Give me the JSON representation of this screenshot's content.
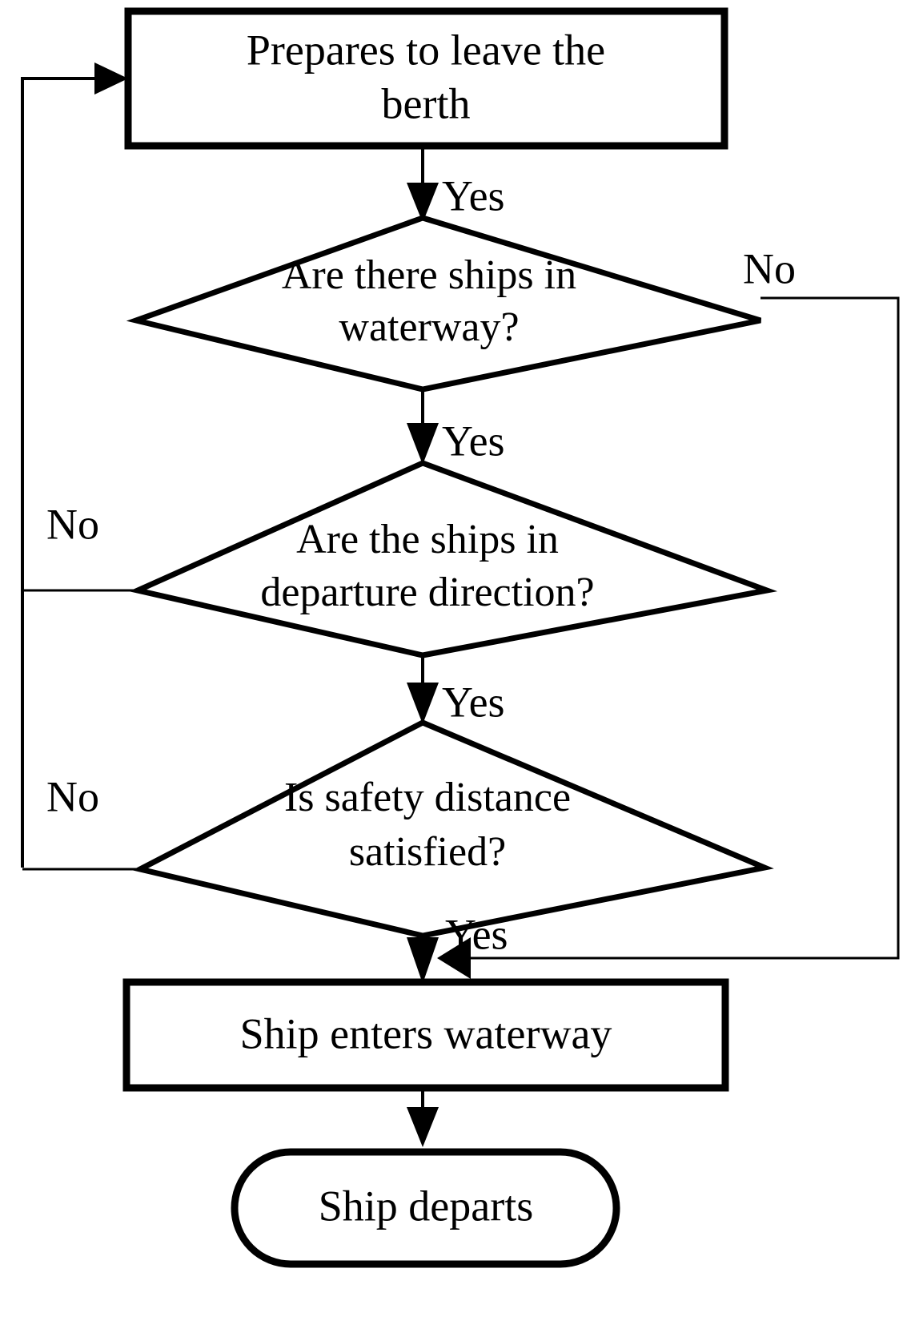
{
  "diagram": {
    "title": "Ship departure decision flowchart",
    "type": "flowchart",
    "colors": {
      "background": "#ffffff",
      "stroke": "#000000",
      "fill": "#ffffff",
      "text": "#000000"
    },
    "nodes": [
      {
        "id": "prepare",
        "shape": "process",
        "line1": "Prepares to leave the",
        "line2": "berth"
      },
      {
        "id": "ships-in-waterway",
        "shape": "decision",
        "line1": "Are there ships in",
        "line2": "waterway?"
      },
      {
        "id": "departure-direction",
        "shape": "decision",
        "line1": "Are the ships in",
        "line2": "departure direction?"
      },
      {
        "id": "safety-distance",
        "shape": "decision",
        "line1": "Is safety distance",
        "line2": "satisfied?"
      },
      {
        "id": "enters-waterway",
        "shape": "process",
        "line1": "Ship enters waterway",
        "line2": ""
      },
      {
        "id": "departs",
        "shape": "terminator",
        "line1": "Ship departs",
        "line2": ""
      }
    ],
    "edge_labels": {
      "prepare_to_d1": "Yes",
      "d1_no_right": "No",
      "d1_to_d2": "Yes",
      "d2_no_left": "No",
      "d2_to_d3": "Yes",
      "d3_no_left": "No",
      "d3_to_enter": "Yes"
    }
  }
}
